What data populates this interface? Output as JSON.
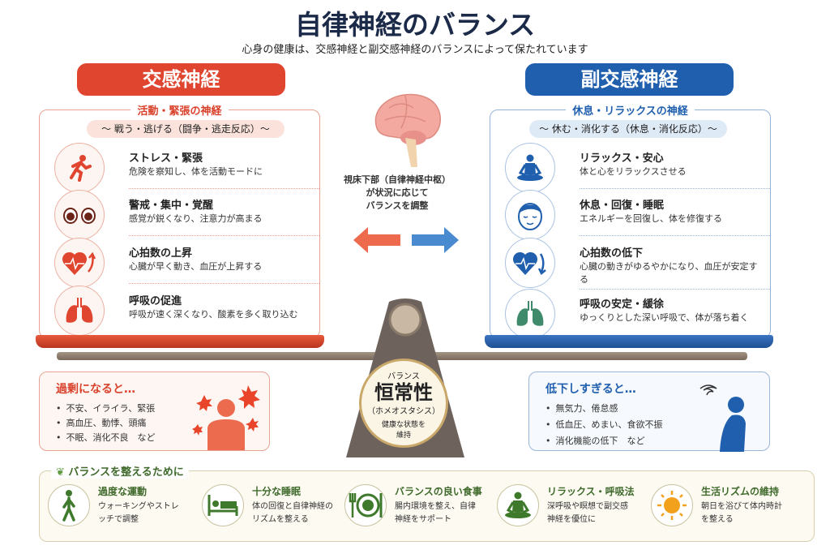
{
  "title": "自律神経のバランス",
  "subtitle": "心身の健康は、交感神経と副交感神経のバランスによって保たれています",
  "sympathetic": {
    "name": "交感神経",
    "label": "活動・緊張の神経",
    "sub": "〜 戦う・逃げる（闘争・逃走反応）〜",
    "items": [
      {
        "icon": "running-person-icon",
        "title": "ストレス・緊張",
        "desc": "危険を察知し、体を活動モードに"
      },
      {
        "icon": "eyes-icon",
        "title": "警戒・集中・覚醒",
        "desc": "感覚が鋭くなり、注意力が高まる"
      },
      {
        "icon": "heart-up-icon",
        "title": "心拍数の上昇",
        "desc": "心臓が早く動き、血圧が上昇する"
      },
      {
        "icon": "lungs-icon",
        "title": "呼吸の促進",
        "desc": "呼吸が速く深くなり、酸素を多く取り込む"
      }
    ],
    "excess": {
      "title": "過剰になると…",
      "list": [
        "不安、イライラ、緊張",
        "高血圧、動悸、頭痛",
        "不眠、消化不良　など"
      ]
    },
    "color": "#e0452f"
  },
  "parasympathetic": {
    "name": "副交感神経",
    "label": "休息・リラックスの神経",
    "sub": "〜 休む・消化する（休息・消化反応）〜",
    "items": [
      {
        "icon": "meditation-icon",
        "title": "リラックス・安心",
        "desc": "体と心をリラックスさせる"
      },
      {
        "icon": "sleeping-face-icon",
        "title": "休息・回復・睡眠",
        "desc": "エネルギーを回復し、体を修復する"
      },
      {
        "icon": "heart-down-icon",
        "title": "心拍数の低下",
        "desc": "心臓の動きがゆるやかになり、血圧が安定する"
      },
      {
        "icon": "lungs-icon",
        "title": "呼吸の安定・緩徐",
        "desc": "ゆっくりとした深い呼吸で、体が落ち着く"
      }
    ],
    "low": {
      "title": "低下しすぎると…",
      "list": [
        "無気力、倦怠感",
        "低血圧、めまい、食欲不振",
        "消化機能の低下　など"
      ]
    },
    "color": "#1f5fae"
  },
  "center": {
    "text1": "視床下部（自律神経中枢）",
    "text2": "が状況に応じて",
    "text3": "バランスを調整"
  },
  "medal": {
    "small": "バランス",
    "big": "恒常性",
    "reading": "（ホメオスタシス）",
    "desc1": "健康な状態を",
    "desc2": "維持"
  },
  "tips": {
    "label": "バランスを整えるために",
    "items": [
      {
        "icon": "walking-icon",
        "title": "過度な運動",
        "desc": "ウォーキングやストレッチで調整"
      },
      {
        "icon": "bed-icon",
        "title": "十分な睡眠",
        "desc": "体の回復と自律神経のリズムを整える"
      },
      {
        "icon": "meal-icon",
        "title": "バランスの良い食事",
        "desc": "腸内環境を整え、自律神経をサポート"
      },
      {
        "icon": "meditation-icon",
        "title": "リラックス・呼吸法",
        "desc": "深呼吸や瞑想で副交感神経を優位に"
      },
      {
        "icon": "sun-icon",
        "title": "生活リズムの維持",
        "desc": "朝日を浴びて体内時計を整える"
      }
    ]
  }
}
